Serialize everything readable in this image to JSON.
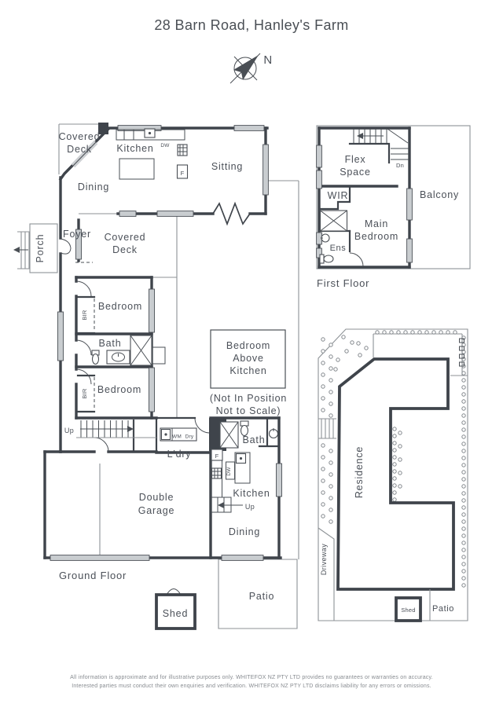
{
  "title": "28 Barn Road, Hanley's Farm",
  "compass_north": "N",
  "ground_floor": {
    "label": "Ground Floor",
    "covered_deck_top": {
      "l1": "Covered",
      "l2": "Deck"
    },
    "kitchen": "Kitchen",
    "dw": "DW",
    "fridge": "F",
    "sitting": "Sitting",
    "dining": "Dining",
    "foyer": "Foyer",
    "porch": "Porch",
    "covered_deck_mid": {
      "l1": "Covered",
      "l2": "Deck"
    },
    "bedroom1": "Bedroom",
    "bir1": "BIR",
    "bath1": "Bath",
    "bedroom2": "Bedroom",
    "bir2": "BIR",
    "up1": "Up",
    "laundry": "L'dry",
    "wm": "WM",
    "dry": "Dry",
    "note": {
      "l1": "Bedroom",
      "l2": "Above",
      "l3": "Kitchen",
      "l4": "(Not In Position",
      "l5": "Not to Scale)"
    },
    "bath2": "Bath",
    "fridge2": "F",
    "dw2": "DW",
    "kitchen2": "Kitchen",
    "up2": "Up",
    "dining2": "Dining",
    "garage": {
      "l1": "Double",
      "l2": "Garage"
    },
    "patio": "Patio",
    "shed": "Shed"
  },
  "first_floor": {
    "label": "First Floor",
    "flex": {
      "l1": "Flex",
      "l2": "Space"
    },
    "dn": "Dn",
    "wir": "WIR",
    "balcony": "Balcony",
    "main_bedroom": {
      "l1": "Main",
      "l2": "Bedroom"
    },
    "ens": "Ens"
  },
  "site_plan": {
    "residence": "Residence",
    "driveway": "Driveway",
    "shed": "Shed",
    "patio": "Patio"
  },
  "footer": {
    "line1": "All information is approximate and for illustrative purposes only. WHITEFOX NZ PTY LTD provides no guarantees or warranties on accuracy.",
    "line2": "Interested parties must conduct their own enquiries and verification. WHITEFOX NZ PTY LTD disclaims liability for any errors or omissions."
  }
}
